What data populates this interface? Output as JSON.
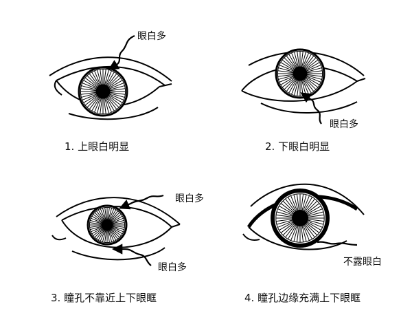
{
  "panels": [
    {
      "caption": "1. 上眼白明显",
      "labels": [
        "眼白多"
      ]
    },
    {
      "caption": "2. 下眼白明显",
      "labels": [
        "眼白多"
      ]
    },
    {
      "caption": "3. 瞳孔不靠近上下眼眶",
      "labels": [
        "眼白多",
        "眼白多"
      ]
    },
    {
      "caption": "4. 瞳孔边缘充满上下眼眶",
      "labels": [
        "不露眼白"
      ]
    }
  ]
}
